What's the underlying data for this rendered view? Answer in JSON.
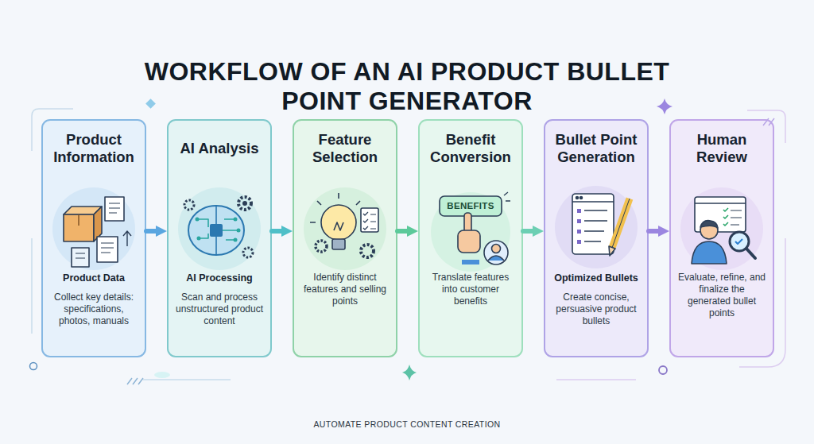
{
  "diagram": {
    "title": "WORKFLOW OF AN AI PRODUCT BULLET POINT GENERATOR",
    "caption": "AUTOMATE PRODUCT CONTENT CREATION",
    "nodes": [
      {
        "text": [
          "Product Information",
          "Product Data",
          "Collect key details: specifications, photos, manuals"
        ]
      },
      {
        "text": [
          "AI Analysis",
          "AI Processing",
          "Scan and process unstructured product content"
        ]
      },
      {
        "text": [
          "Feature Selection",
          "Identify distinct features and selling points"
        ]
      },
      {
        "text": [
          "Benefit Conversion",
          "Translate features into customer benefits"
        ]
      },
      {
        "text": [
          "Bullet Point Generation",
          "Optimized Bullets",
          "Create concise, persuasive product bullets"
        ]
      },
      {
        "text": [
          "Human Review",
          "Evaluate, refine, and finalize the generated bullet points"
        ]
      }
    ],
    "edges": [
      {
        "from": 0,
        "to": 1,
        "arrow": "to"
      },
      {
        "from": 1,
        "to": 2,
        "arrow": "to"
      },
      {
        "from": 2,
        "to": 3,
        "arrow": "to"
      },
      {
        "from": 3,
        "to": 4,
        "arrow": "to"
      },
      {
        "from": 4,
        "to": 5,
        "arrow": "to"
      }
    ],
    "labels": [
      "BENEFITS"
    ]
  }
}
